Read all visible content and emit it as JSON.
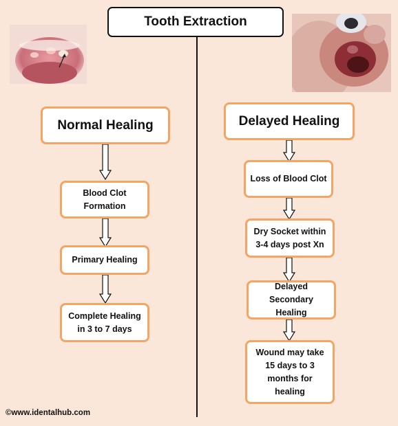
{
  "title": "Tooth Extraction",
  "left": {
    "header": "Normal Healing",
    "steps": [
      "Blood Clot Formation",
      "Primary Healing",
      "Complete Healing in 3 to 7 days"
    ]
  },
  "right": {
    "header": "Delayed Healing",
    "steps": [
      "Loss of Blood Clot",
      "Dry Socket within 3-4 days post Xn",
      "Delayed Secondary Healing",
      "Wound may take 15 days to 3 months for healing"
    ]
  },
  "credit": "©www.identalhub.com",
  "colors": {
    "background": "#fae7da",
    "box_border": "#f4a463",
    "line": "#111111"
  }
}
